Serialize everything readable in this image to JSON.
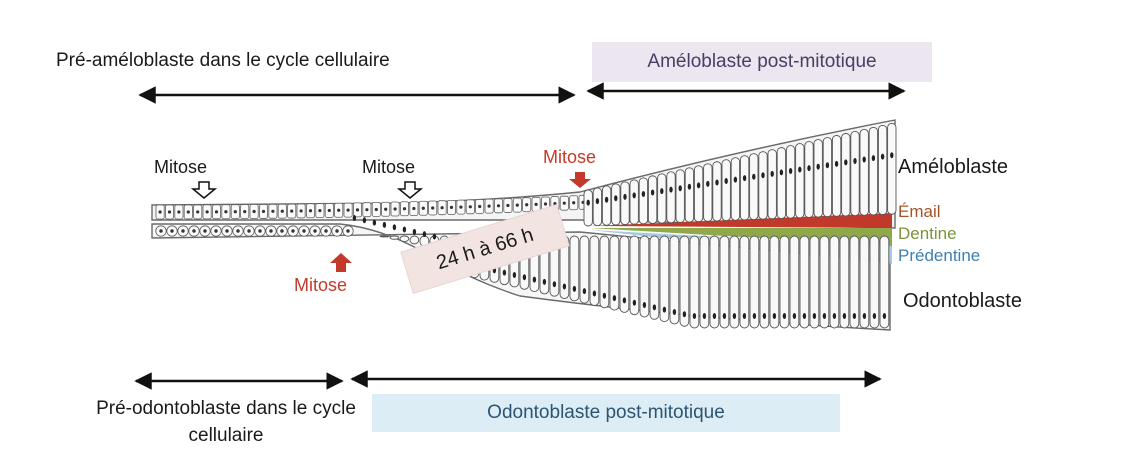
{
  "labels": {
    "pre_ameloblast": "Pré-améloblaste dans le cycle cellulaire",
    "ameloblast_post": "Améloblaste post-mitotique",
    "pre_odontoblast": "Pré-odontoblaste dans le cycle cellulaire",
    "odontoblast_post": "Odontoblaste post-mitotique",
    "duration": "24 h à 66 h"
  },
  "mitoses": [
    {
      "text": "Mitose",
      "color": "black"
    },
    {
      "text": "Mitose",
      "color": "black"
    },
    {
      "text": "Mitose",
      "color": "red"
    },
    {
      "text": "Mitose",
      "color": "red"
    }
  ],
  "tissues": {
    "ameloblaste": "Améloblaste",
    "email": "Émail",
    "dentine": "Dentine",
    "predentine": "Prédentine",
    "odontoblaste": "Odontoblaste"
  },
  "colors": {
    "email": "#c0392b",
    "dentine": "#8fa84a",
    "predentine": "#9dc3de",
    "mitose_red": "#c33a2a",
    "ameloblast_box": "#ece6f0",
    "odontoblast_box": "#dcedf5"
  }
}
